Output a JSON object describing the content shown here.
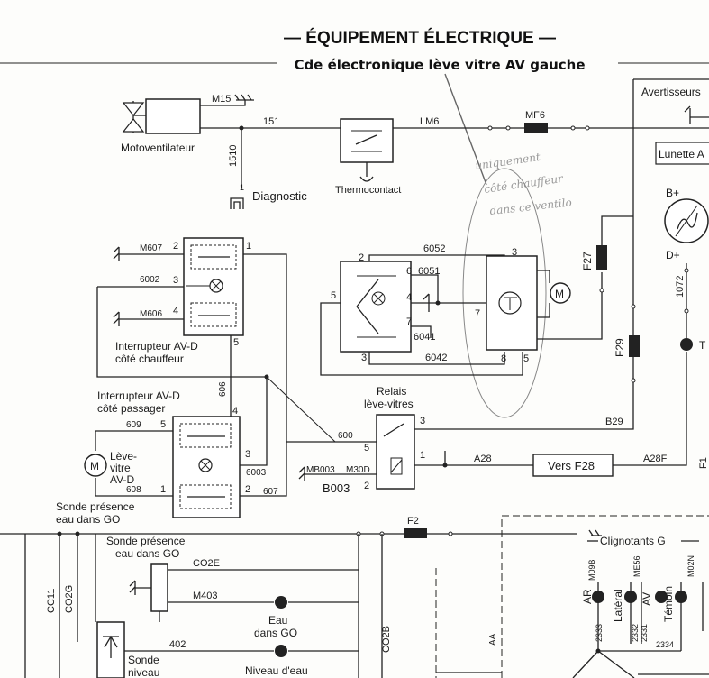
{
  "header": {
    "title": "— ÉQUIPEMENT ÉLECTRIQUE —",
    "subtitle": "Cde électronique lève vitre AV gauche"
  },
  "handwritten_note": [
    "uniquement",
    "côté chauffeur",
    "dans ce ventilo"
  ],
  "components": {
    "motoventilateur": "Motoventilateur",
    "diagnostic": "Diagnostic",
    "thermocontact": "Thermocontact",
    "avertisseurs": "Avertisseurs",
    "lunette": "Lunette A",
    "interrupteur_avd_chauffeur": [
      "Interrupteur AV-D",
      "côté chauffeur"
    ],
    "interrupteur_avd_passager": [
      "Interrupteur AV-D",
      "côté passager"
    ],
    "leve_vitre": [
      "Lève-",
      "vitre",
      "AV-D"
    ],
    "relais": [
      "Relais",
      "lève-vitres"
    ],
    "vers_f28": "Vers F28",
    "sonde_presence_1": [
      "Sonde présence",
      "eau  dans GO"
    ],
    "sonde_presence_2": [
      "Sonde présence",
      "eau dans GO"
    ],
    "eau_dans_go": [
      "Eau",
      "dans GO"
    ],
    "niveau_eau": "Niveau d'eau",
    "sonde_niveau": [
      "Sonde",
      "niveau"
    ],
    "clignotants": "Clignotants G",
    "lamp_ar": "AR",
    "lamp_lateral": "Latéral",
    "lamp_av": "AV",
    "lamp_temoin": "Témoin",
    "motor_m": "M"
  },
  "wire_labels": {
    "m15": "M15",
    "w151": "151",
    "w1510": "1510",
    "lm6": "LM6",
    "mf6": "MF6",
    "m607": "M607",
    "w6002": "6002",
    "m606": "M606",
    "w606": "606",
    "w609": "609",
    "w608": "608",
    "w6003": "6003",
    "w607": "607",
    "w6052": "6052",
    "w6051": "6051",
    "w6041": "6041",
    "w6042": "6042",
    "f27": "F27",
    "f29": "F29",
    "b_plus": "B+",
    "d_plus": "D+",
    "w1072": "1072",
    "b29": "B29",
    "w600": "600",
    "mb003": "MB003",
    "m30d": "M30D",
    "b003": "B003",
    "a28": "A28",
    "a28f": "A28F",
    "f2": "F2",
    "cc11": "CC11",
    "co2g": "CO2G",
    "co2e": "CO2E",
    "m403": "M403",
    "w402": "402",
    "co2b": "CO2B",
    "aa": "AA",
    "m09b": "M09B",
    "me56": "ME56",
    "m02n": "M02N",
    "w2333": "2333",
    "w2332": "2332",
    "w2331": "2331",
    "w2334": "2334",
    "t_label": "T",
    "f1": "F1"
  },
  "pin_numbers": {
    "c1": [
      "2",
      "3",
      "4",
      "1",
      "5"
    ],
    "c2": [
      "4",
      "5",
      "3",
      "1",
      "2"
    ],
    "sw": [
      "2",
      "6",
      "5",
      "4",
      "7",
      "3"
    ],
    "mod": [
      "3",
      "7",
      "8",
      "5"
    ],
    "relay": [
      "3",
      "5",
      "1",
      "2"
    ],
    "diag": "1"
  }
}
